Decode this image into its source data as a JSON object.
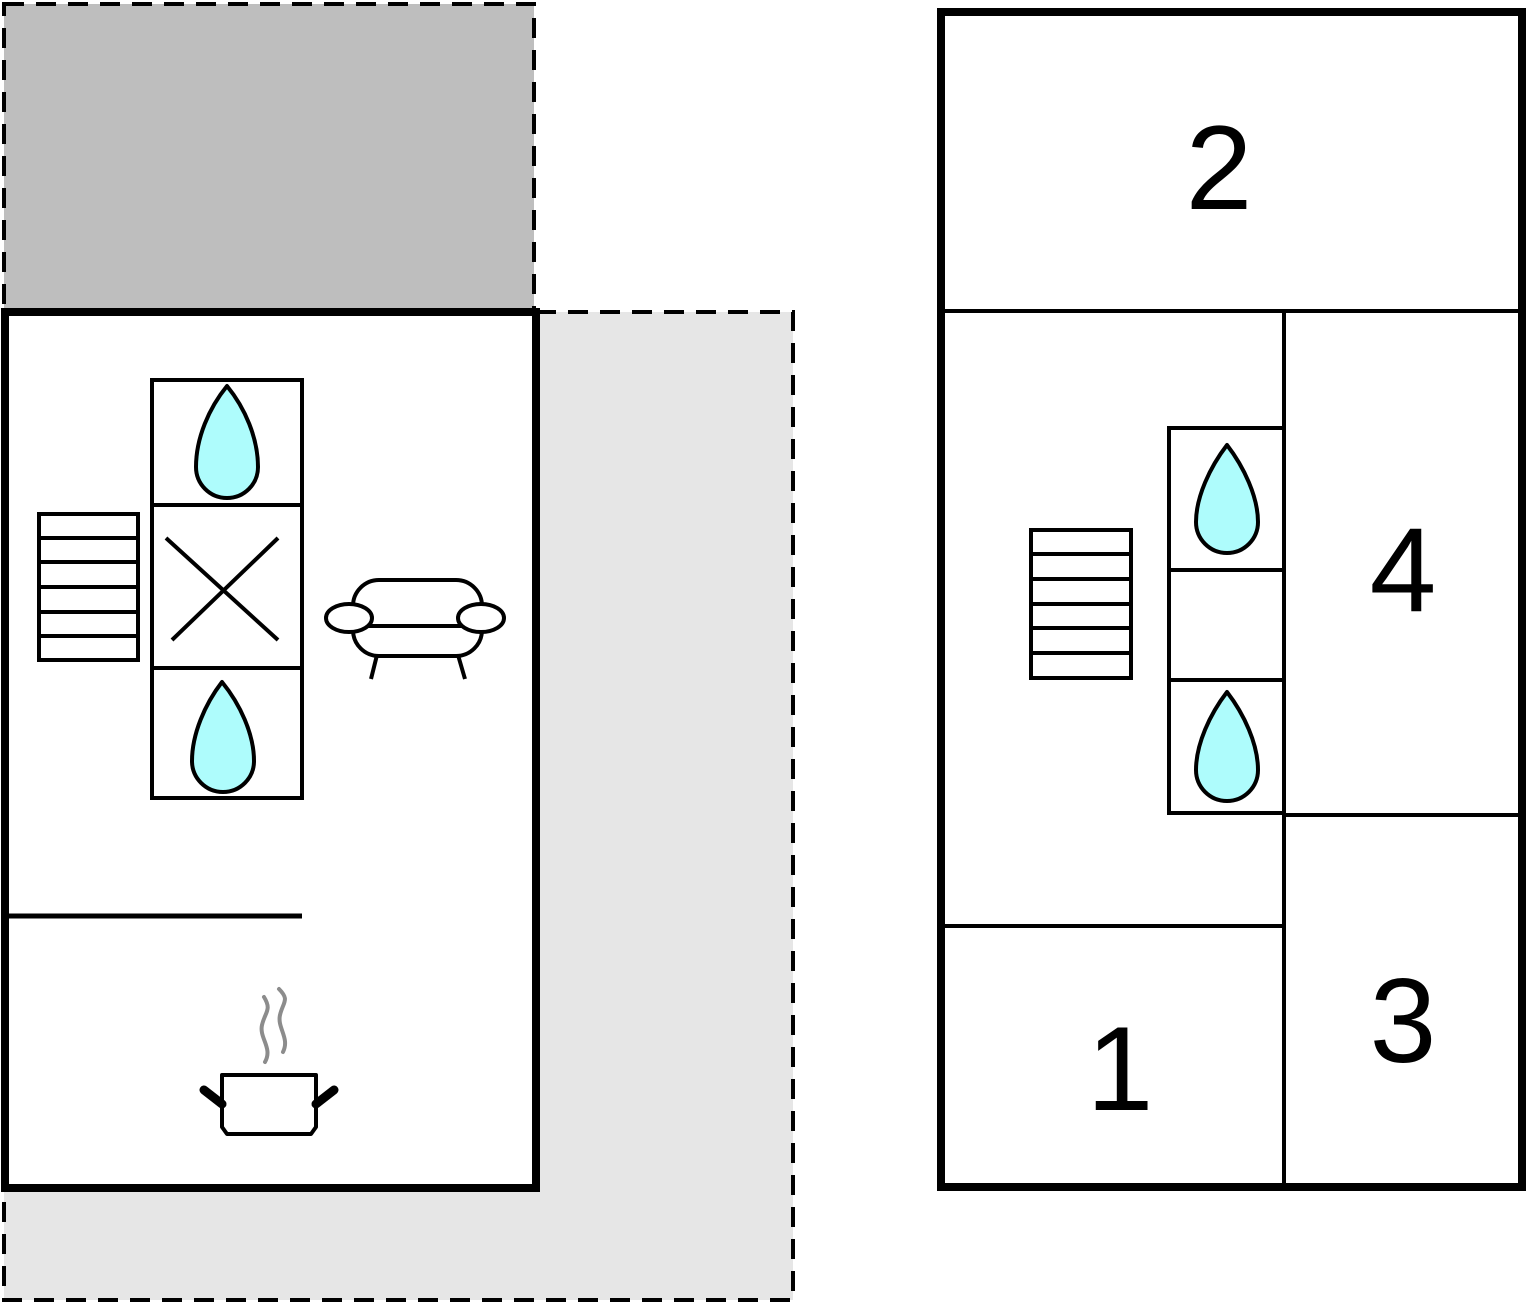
{
  "colors": {
    "wall": "#000000",
    "terrace_dark": "#bebebe",
    "terrace_light": "#e6e6e6",
    "water": "#aefcfc",
    "steam": "#8c8c8c",
    "background": "#ffffff"
  },
  "ground_floor": {
    "areas": [
      {
        "name": "covered-terrace",
        "fill": "terrace_dark"
      },
      {
        "name": "open-terrace",
        "fill": "terrace_light"
      }
    ],
    "symbols": [
      {
        "icon": "staircase-icon",
        "meaning": "stairs"
      },
      {
        "icon": "water-drop-icon",
        "meaning": "bathroom"
      },
      {
        "icon": "cross-icon",
        "meaning": "void"
      },
      {
        "icon": "water-drop-icon",
        "meaning": "bathroom"
      },
      {
        "icon": "sofa-icon",
        "meaning": "living room"
      },
      {
        "icon": "cooking-pot-icon",
        "meaning": "kitchen"
      }
    ]
  },
  "upper_floor": {
    "rooms": [
      {
        "number": "2"
      },
      {
        "number": "4"
      },
      {
        "number": "3"
      },
      {
        "number": "1"
      }
    ],
    "symbols": [
      {
        "icon": "staircase-icon",
        "meaning": "stairs"
      },
      {
        "icon": "water-drop-icon",
        "meaning": "bathroom"
      },
      {
        "icon": "water-drop-icon",
        "meaning": "bathroom"
      }
    ]
  }
}
